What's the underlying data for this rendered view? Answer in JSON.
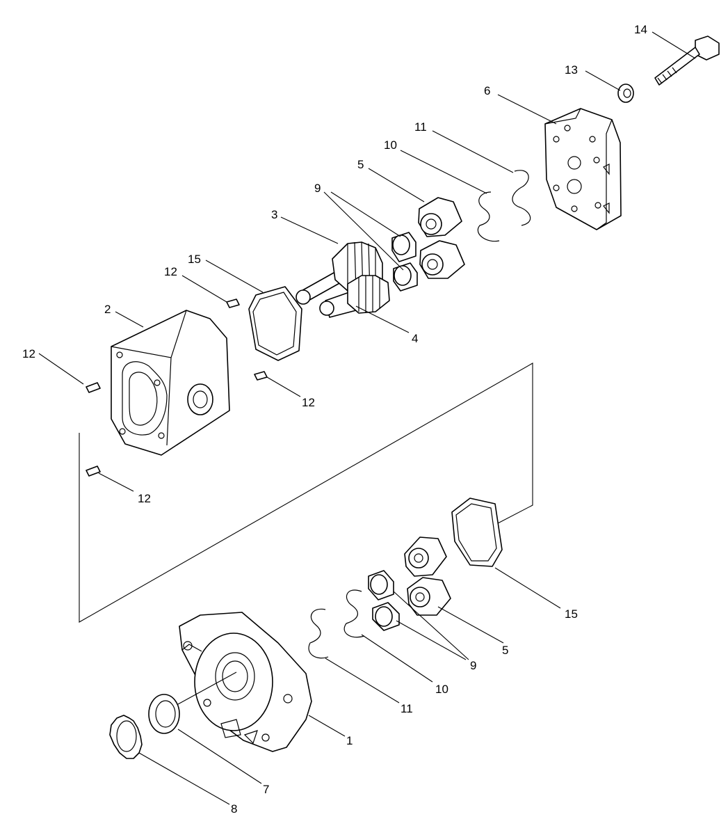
{
  "callouts": [
    {
      "id": "c14",
      "text": "14"
    },
    {
      "id": "c13",
      "text": "13"
    },
    {
      "id": "c6",
      "text": "6"
    },
    {
      "id": "c11a",
      "text": "11"
    },
    {
      "id": "c10a",
      "text": "10"
    },
    {
      "id": "c5a",
      "text": "5"
    },
    {
      "id": "c9a",
      "text": "9"
    },
    {
      "id": "c3",
      "text": "3"
    },
    {
      "id": "c15a",
      "text": "15"
    },
    {
      "id": "c12a",
      "text": "12"
    },
    {
      "id": "c2",
      "text": "2"
    },
    {
      "id": "c12b",
      "text": "12"
    },
    {
      "id": "c4",
      "text": "4"
    },
    {
      "id": "c12c",
      "text": "12"
    },
    {
      "id": "c12d",
      "text": "12"
    },
    {
      "id": "c15b",
      "text": "15"
    },
    {
      "id": "c5b",
      "text": "5"
    },
    {
      "id": "c9b",
      "text": "9"
    },
    {
      "id": "c10b",
      "text": "10"
    },
    {
      "id": "c11b",
      "text": "11"
    },
    {
      "id": "c1",
      "text": "1"
    },
    {
      "id": "c7",
      "text": "7"
    },
    {
      "id": "c8",
      "text": "8"
    }
  ]
}
